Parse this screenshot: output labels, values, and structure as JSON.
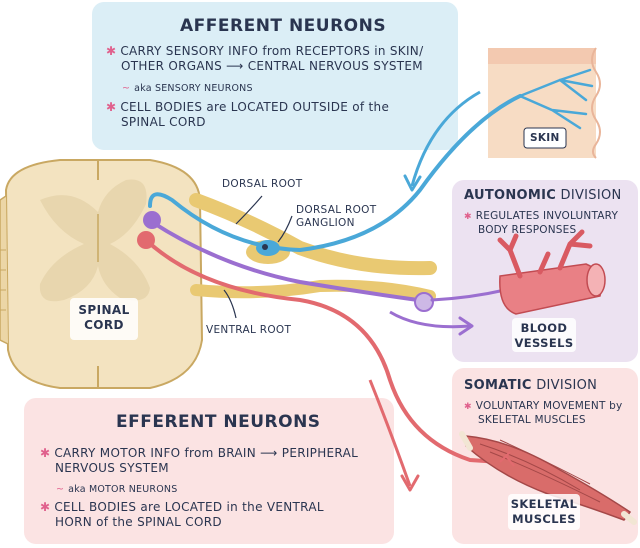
{
  "afferent": {
    "title": "AFFERENT NEURONS",
    "bullet1_line1": "CARRY SENSORY INFO from RECEPTORS in SKIN/",
    "bullet1_line2": "OTHER ORGANS ⟶ CENTRAL NERVOUS SYSTEM",
    "aka": "aka SENSORY NEURONS",
    "bullet2_line1": "CELL BODIES are LOCATED OUTSIDE of the",
    "bullet2_line2": "SPINAL CORD"
  },
  "efferent": {
    "title": "EFFERENT NEURONS",
    "bullet1_line1": "CARRY MOTOR INFO from BRAIN ⟶ PERIPHERAL",
    "bullet1_line2": "NERVOUS SYSTEM",
    "aka": "aka MOTOR NEURONS",
    "bullet2_line1": "CELL BODIES are LOCATED in the VENTRAL",
    "bullet2_line2": "HORN of the SPINAL CORD"
  },
  "autonomic": {
    "title_strong": "AUTONOMIC",
    "title_rest": "DIVISION",
    "desc_line1": "REGULATES INVOLUNTARY",
    "desc_line2": "BODY RESPONSES",
    "target_line1": "BLOOD",
    "target_line2": "VESSELS"
  },
  "somatic": {
    "title_strong": "SOMATIC",
    "title_rest": "DIVISION",
    "desc_line1": "VOLUNTARY MOVEMENT by",
    "desc_line2": "SKELETAL MUSCLES",
    "target_line1": "SKELETAL",
    "target_line2": "MUSCLES"
  },
  "labels": {
    "skin": "SKIN",
    "dorsal_root": "DORSAL ROOT",
    "dorsal_root_ganglion_line1": "DORSAL ROOT",
    "dorsal_root_ganglion_line2": "GANGLION",
    "ventral_root": "VENTRAL ROOT",
    "spinal_cord_line1": "SPINAL",
    "spinal_cord_line2": "CORD"
  },
  "colors": {
    "afferent": "#4aa8d8",
    "efferent": "#e26a6f",
    "autonomic": "#9b6fd0",
    "accent": "#e0618d",
    "nerve": "#e9c972",
    "cord": "#f3e3c0"
  }
}
